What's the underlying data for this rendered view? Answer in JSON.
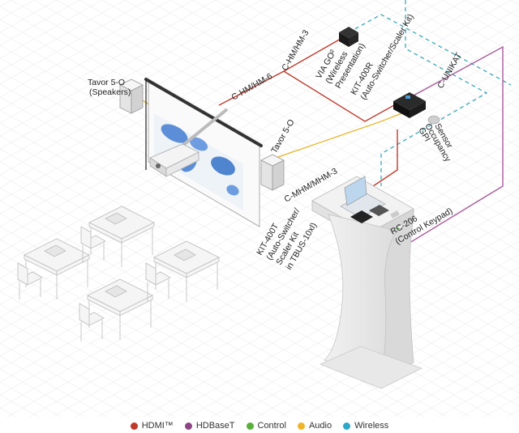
{
  "labels": {
    "tavor_speakers_1": "Tavor 5-O",
    "tavor_speakers_2": "(Speakers)",
    "tavor_right": "Tavor 5-O",
    "c_hm_hm6": "C-HM/HM-6",
    "c_hm_hm3": "C-HM/HM-3",
    "via_go_1": "VIA GO²",
    "via_go_2": "(Wireless",
    "via_go_3": "Presentation)",
    "kit400r_1": "KIT-400R",
    "kit400r_2": "(Auto-Switcher/Scaler Kit)",
    "c_unikat": "C-UNIKAT",
    "gpi_1": "GPI",
    "gpi_2": "Occupancy",
    "gpi_3": "Sensor",
    "c_mhm": "C-MHM/MHM-3",
    "kit400t_1": "KIT-400T",
    "kit400t_2": "(Auto-Switcher/",
    "kit400t_3": "Scaler Kit",
    "kit400t_4": "in TBUS-10xl)",
    "rc206_1": "RC-206",
    "rc206_2": "(Control Keypad)"
  },
  "legend": [
    {
      "label": "HDMI™",
      "color": "#c0392b"
    },
    {
      "label": "HDBaseT",
      "color": "#8e4585"
    },
    {
      "label": "Control",
      "color": "#5aae3a"
    },
    {
      "label": "Audio",
      "color": "#f0b429"
    },
    {
      "label": "Wireless",
      "color": "#2fa8c8"
    }
  ],
  "colors": {
    "hdmi": "#c0392b",
    "hdbaset": "#a85a9c",
    "control": "#5aae3a",
    "audio": "#e8b830",
    "wireless": "#3aa8b8"
  }
}
